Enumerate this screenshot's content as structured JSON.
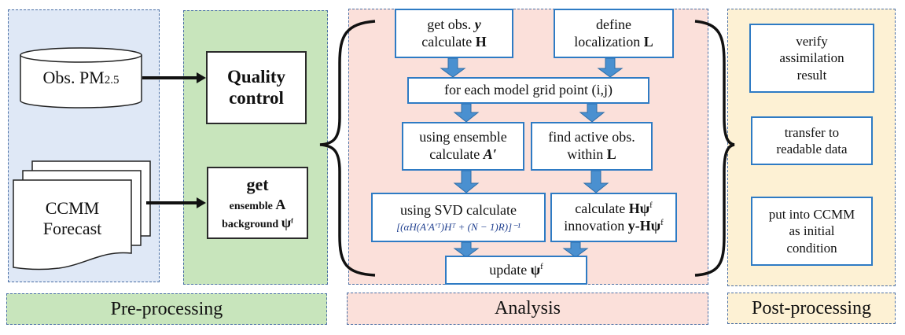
{
  "inputs": {
    "obs": {
      "main": "Obs. PM",
      "sub": "2.5"
    },
    "forecast": {
      "line1": "CCMM",
      "line2": "Forecast"
    }
  },
  "preprocessing": {
    "quality_control": {
      "line1": "Quality",
      "line2": "control"
    },
    "get_box": {
      "title": "get",
      "line2_text": "ensemble ",
      "line2_symbol": "A",
      "line3_text": "background ",
      "line3_symbol": "ψ",
      "line3_sup": "f"
    }
  },
  "analysis": {
    "get_obs": {
      "line1_text": "get obs. ",
      "line1_symbol": "y",
      "line2_text": "calculate  ",
      "line2_symbol": "H"
    },
    "define_loc": {
      "line1": "define",
      "line2_text": "localization ",
      "line2_symbol": "L"
    },
    "grid_loop": "for each model grid point (i,j)",
    "ensemble": {
      "line1": "using ensemble",
      "line2_text": "calculate ",
      "line2_symbol": "A′"
    },
    "active_obs": {
      "line1": "find active obs.",
      "line2_text": "within ",
      "line2_symbol": "L"
    },
    "svd": {
      "line1": "using SVD calculate",
      "formula": "[(αH(A′A′ᵀ)Hᵀ + (N − 1)R)]⁻¹"
    },
    "innovation": {
      "line1_text": "calculate ",
      "line1_symbol": "Hψ",
      "line1_sup": "f",
      "line2_text": "innovation  ",
      "line2_symbol": "y-Hψ",
      "line2_sup": "f"
    },
    "update": {
      "text": "update ",
      "symbol": "ψ",
      "sup": "f"
    }
  },
  "postprocessing": {
    "verify": [
      "verify",
      "assimilation",
      "result"
    ],
    "transfer": [
      "transfer to",
      "readable data"
    ],
    "put_into": [
      "put into CCMM",
      "as initial",
      "condition"
    ]
  },
  "stage_labels": {
    "pre": "Pre-processing",
    "analysis": "Analysis",
    "post": "Post-processing"
  },
  "colors": {
    "input_panel": "#dfe8f6",
    "pre_panel": "#c8e5bc",
    "analysis_panel": "#fbe0da",
    "post_panel": "#fdf1d4",
    "flow_box_border": "#2e7bc4",
    "flow_arrow": "#4a90d0",
    "panel_dash": "#4a6fa5"
  }
}
